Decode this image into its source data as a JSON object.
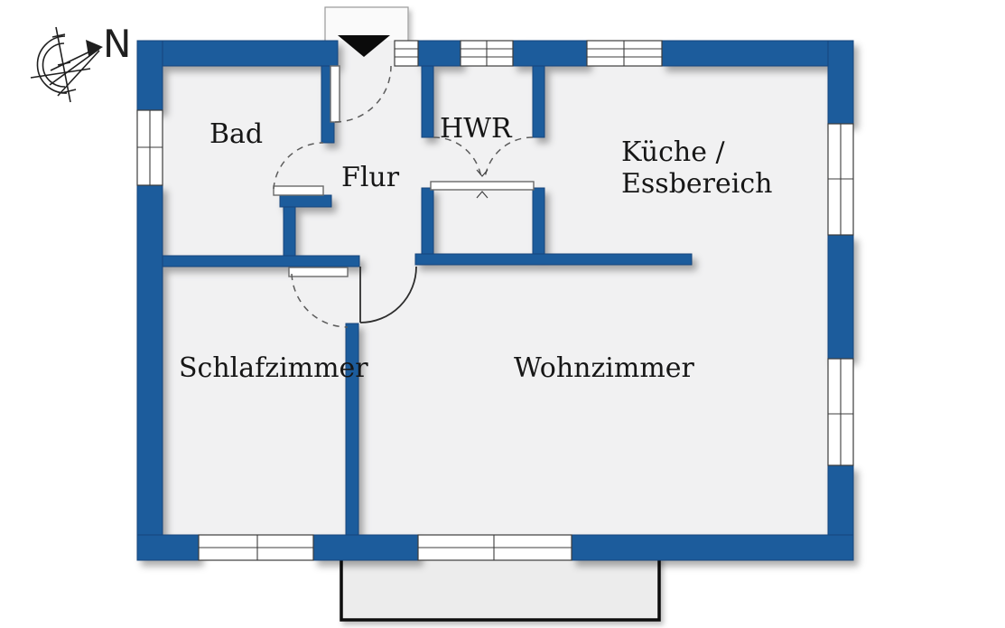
{
  "page": {
    "type": "apartment-floor-plan"
  },
  "compass": {
    "north_label": "N"
  },
  "rooms": {
    "bad": {
      "label": "Bad"
    },
    "flur": {
      "label": "Flur"
    },
    "hwr": {
      "label": "HWR"
    },
    "kueche": {
      "label_line1": "Küche /",
      "label_line2": "Essbereich"
    },
    "schlafzimmer": {
      "label": "Schlafzimmer"
    },
    "wohnzimmer": {
      "label": "Wohnzimmer"
    }
  },
  "colors": {
    "wall": "#1e5b9c",
    "wall_outline": "#16457c",
    "floor": "#f1f1f2",
    "window": "#ffffff",
    "window_frame": "#3c3c3c",
    "door_leaf": "#ffffff",
    "door_leaf_outline": "#6a6a6a",
    "door_dash": "#5c5c5c",
    "door_solid": "#2e2e2e",
    "terrace": "#ececec",
    "terrace_border": "#0b0b0b",
    "porch": "#fafafa",
    "porch_border": "#9a9a9a",
    "entrance_marker": "#0b0b0b",
    "text": "#161616",
    "compass": "#1f1f1f"
  }
}
